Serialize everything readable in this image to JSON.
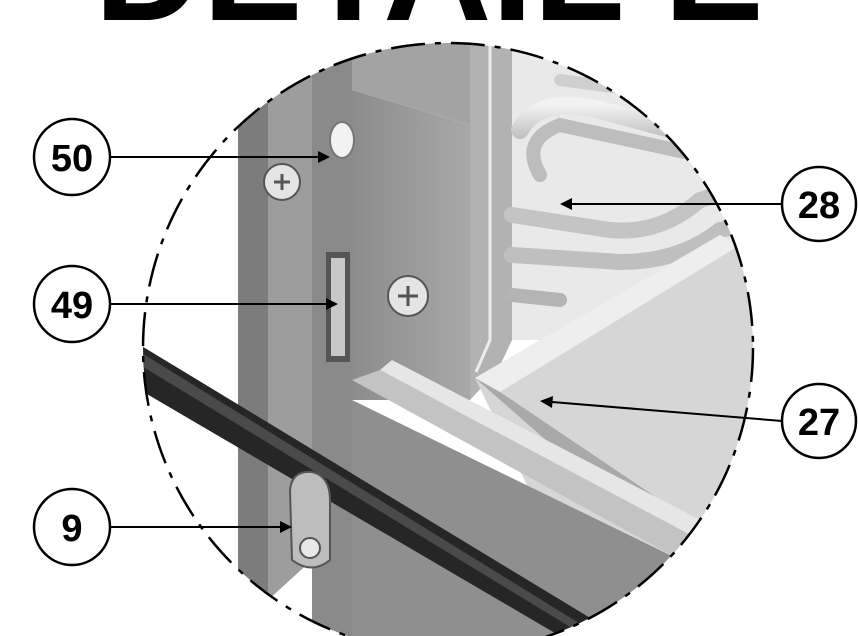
{
  "figure": {
    "title": "DETAIL E",
    "callouts": [
      {
        "id": "c50",
        "label": "50"
      },
      {
        "id": "c49",
        "label": "49"
      },
      {
        "id": "c9",
        "label": "9"
      },
      {
        "id": "c28",
        "label": "28"
      },
      {
        "id": "c27",
        "label": "27"
      }
    ],
    "colors": {
      "ink": "#000000",
      "steel_light": "#c9c9c9",
      "steel_mid": "#9a9a9a",
      "steel_dark": "#6e6e6e",
      "panel": "#d9d9d9",
      "gasket": "#262626"
    }
  }
}
